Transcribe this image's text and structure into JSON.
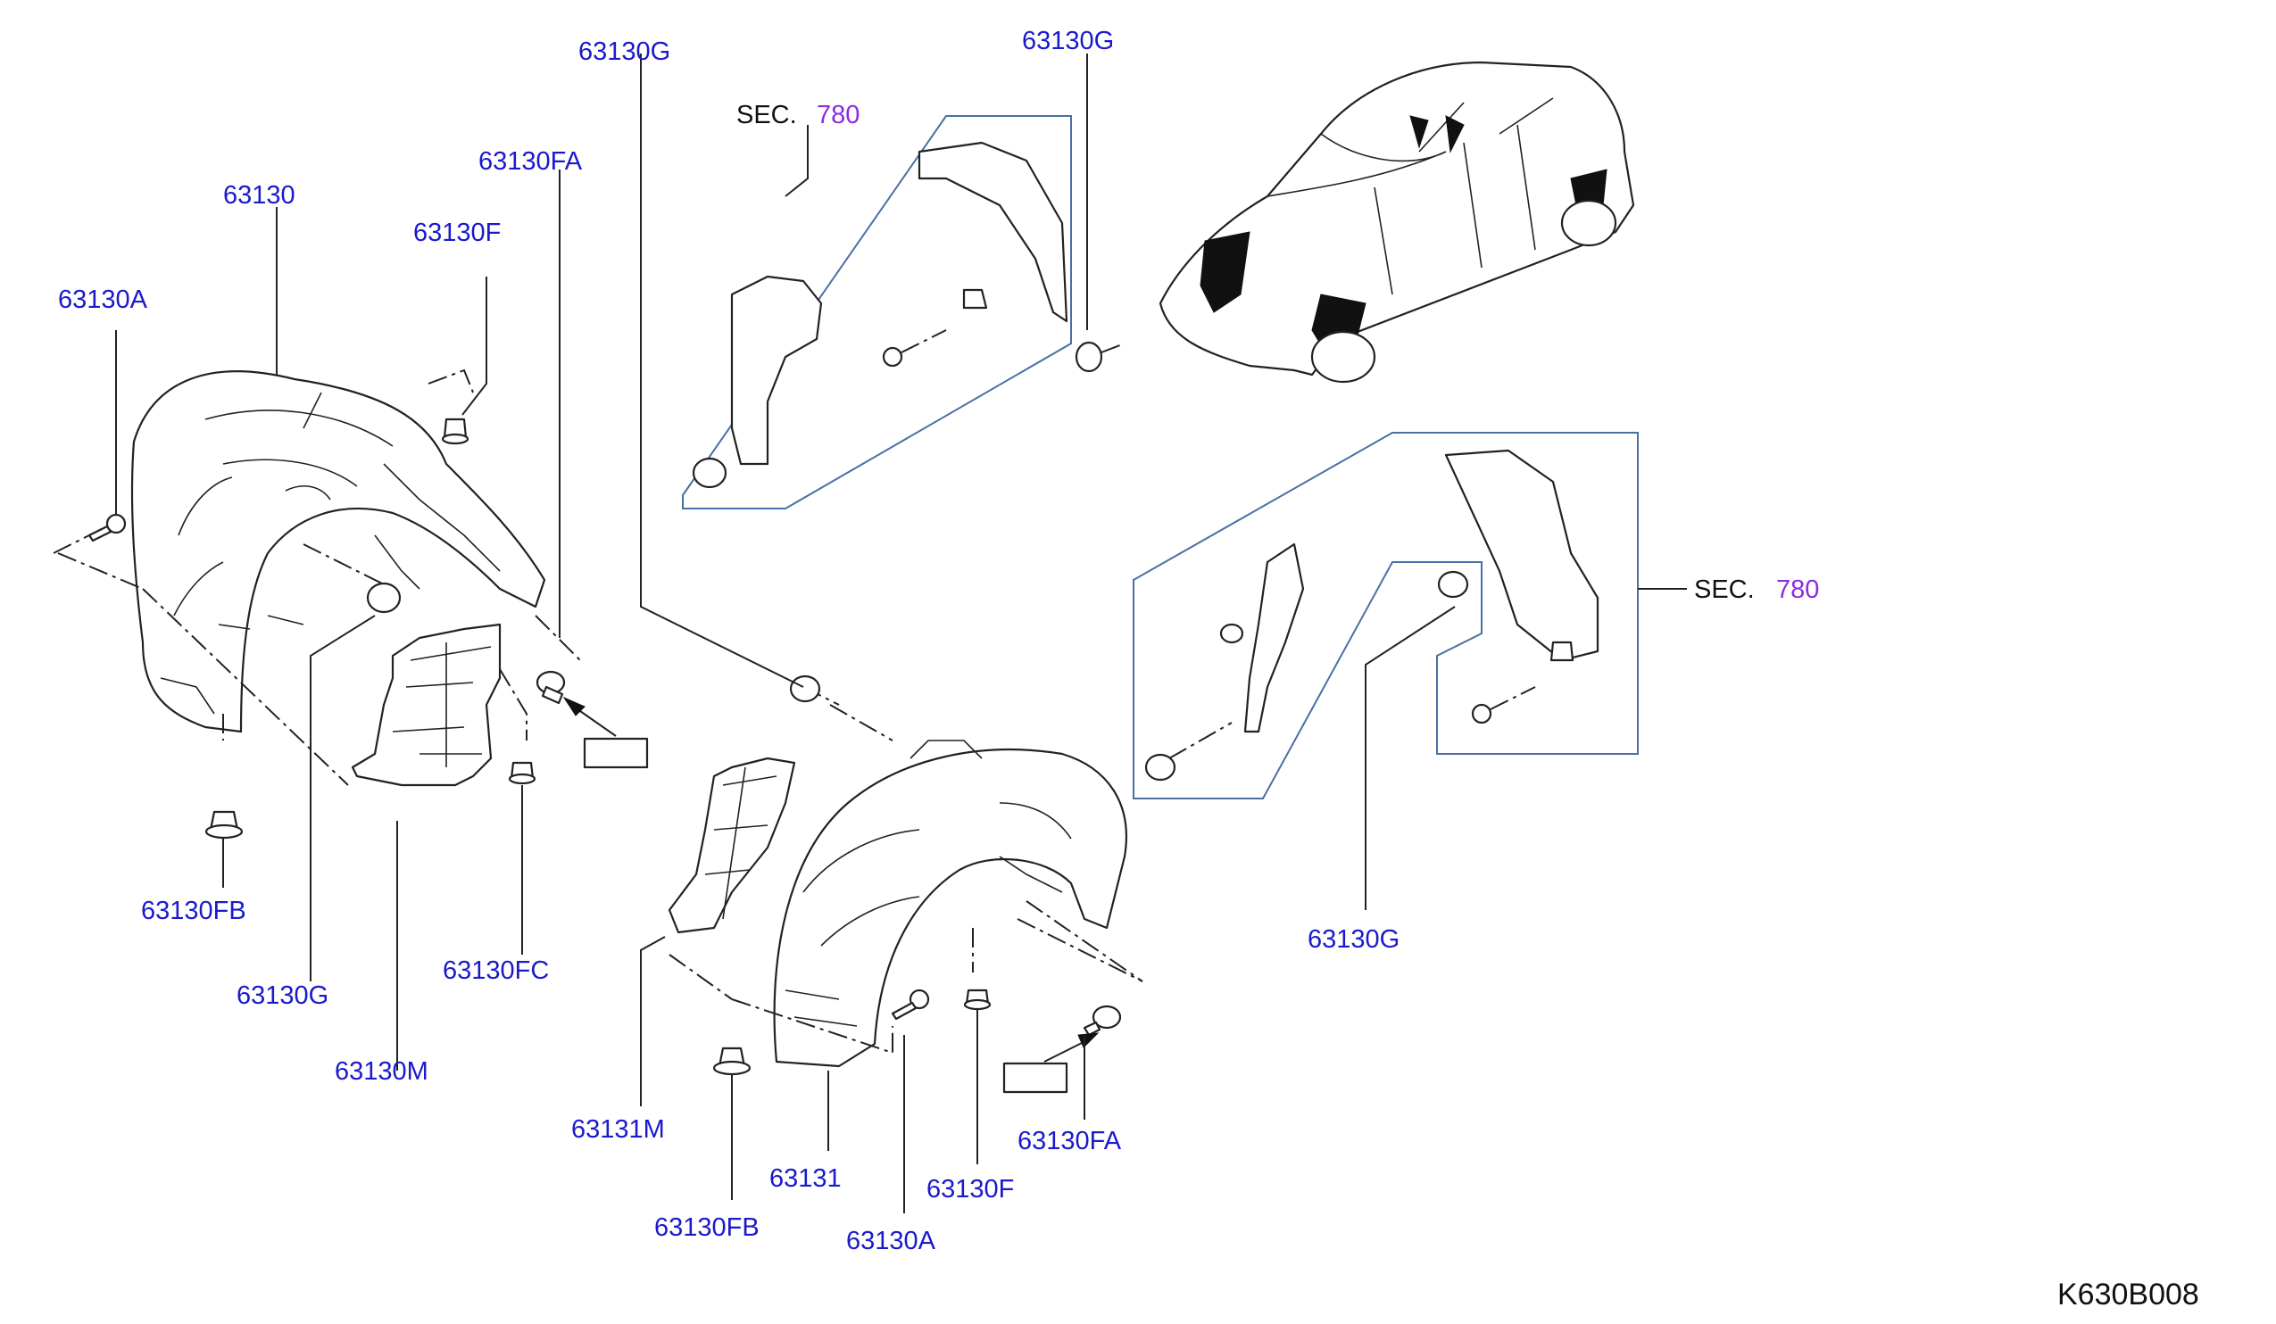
{
  "diagram_code": "K630B008",
  "section_ref": {
    "prefix": "SEC.",
    "number": "780",
    "number_color": "#8a2be2"
  },
  "label_color": "#1a1acc",
  "labels": {
    "l_63130G_top": "63130G",
    "r_63130G_top": "63130G",
    "l_63130FA": "63130FA",
    "l_63130": "63130",
    "l_63130F": "63130F",
    "l_63130A": "63130A",
    "l_63130FB": "63130FB",
    "l_63130FC": "63130FC",
    "l_63130G_bottom": "63130G",
    "l_63130M": "63130M",
    "c_63131M": "63131M",
    "c_63131": "63131",
    "c_63130FB": "63130FB",
    "c_63130A": "63130A",
    "c_63130F": "63130F",
    "c_63130FA": "63130FA",
    "r_63130G_mid": "63130G"
  }
}
